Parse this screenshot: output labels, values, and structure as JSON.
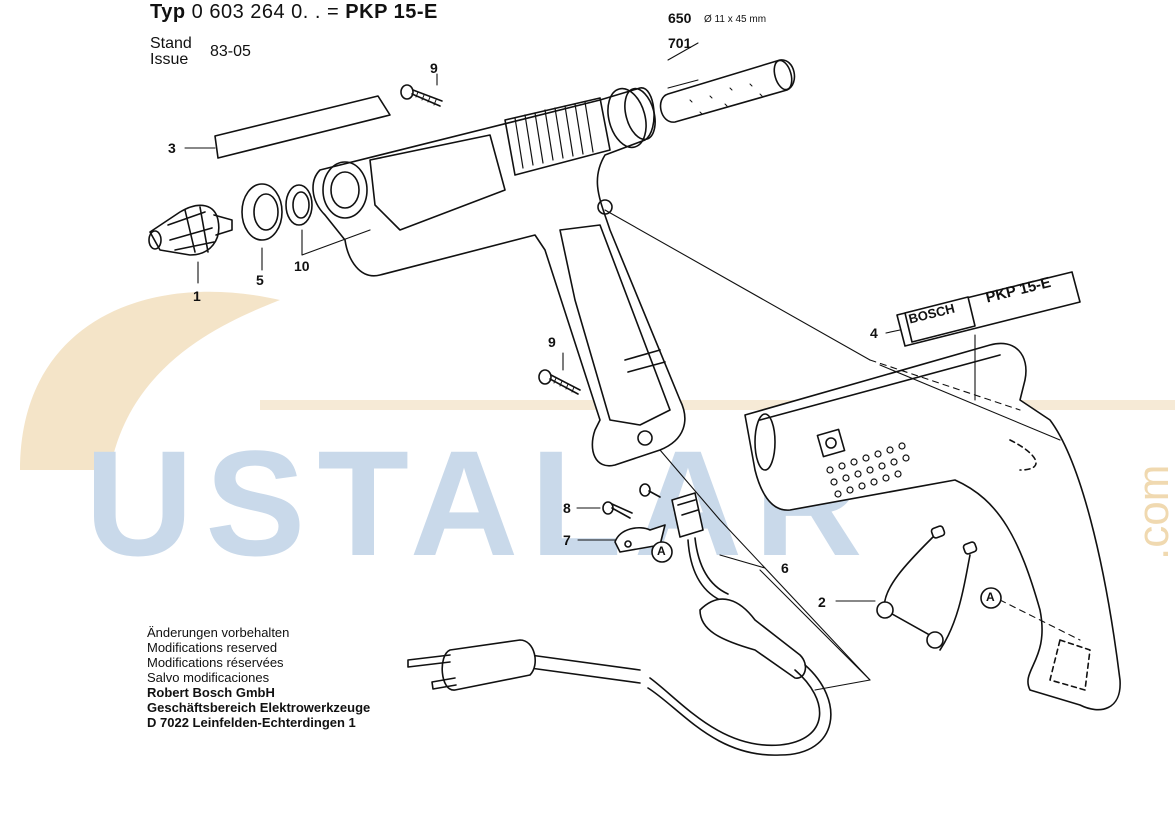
{
  "header": {
    "typ_label": "Typ",
    "typ_number": "0 603 264 0. .",
    "equals": "=",
    "model": "PKP 15-E",
    "stand_label": "Stand",
    "issue_label": "Issue",
    "date": "83-05"
  },
  "spec": {
    "part_a": "650",
    "part_b": "701",
    "dimension": "Ø 11 x 45 mm"
  },
  "callouts": {
    "c1": "1",
    "c2": "2",
    "c3": "3",
    "c4": "4",
    "c5": "5",
    "c6": "6",
    "c7": "7",
    "c8": "8",
    "c9a": "9",
    "c9b": "9",
    "c10": "10"
  },
  "markers": {
    "a1": "A",
    "a2": "A"
  },
  "nameplate": {
    "brand": "BOSCH",
    "model": "PKP 15-E"
  },
  "footer": {
    "line1": "Änderungen vorbehalten",
    "line2": "Modifications reserved",
    "line3": "Modifications réservées",
    "line4": "Salvo modificaciones",
    "line5": "Robert Bosch GmbH",
    "line6": "Geschäftsbereich Elektrowerkzeuge",
    "line7": "D 7022 Leinfelden-Echterdingen 1"
  },
  "watermark": {
    "text": "USTALAR",
    "suffix": ".com"
  },
  "colors": {
    "watermark_blue": "#c9d9ea",
    "watermark_orange": "#f4e4c8",
    "ink": "#111111"
  }
}
